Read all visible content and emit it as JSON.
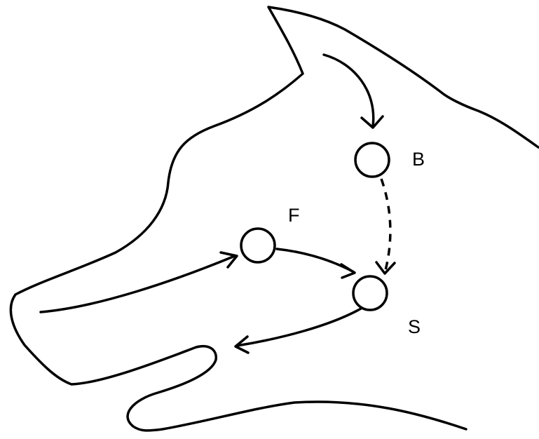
{
  "nodes": {
    "b": {
      "label": "B"
    },
    "f": {
      "label": "F"
    },
    "s": {
      "label": "S"
    }
  },
  "colors": {
    "ink": "#000000",
    "background": "#ffffff"
  }
}
